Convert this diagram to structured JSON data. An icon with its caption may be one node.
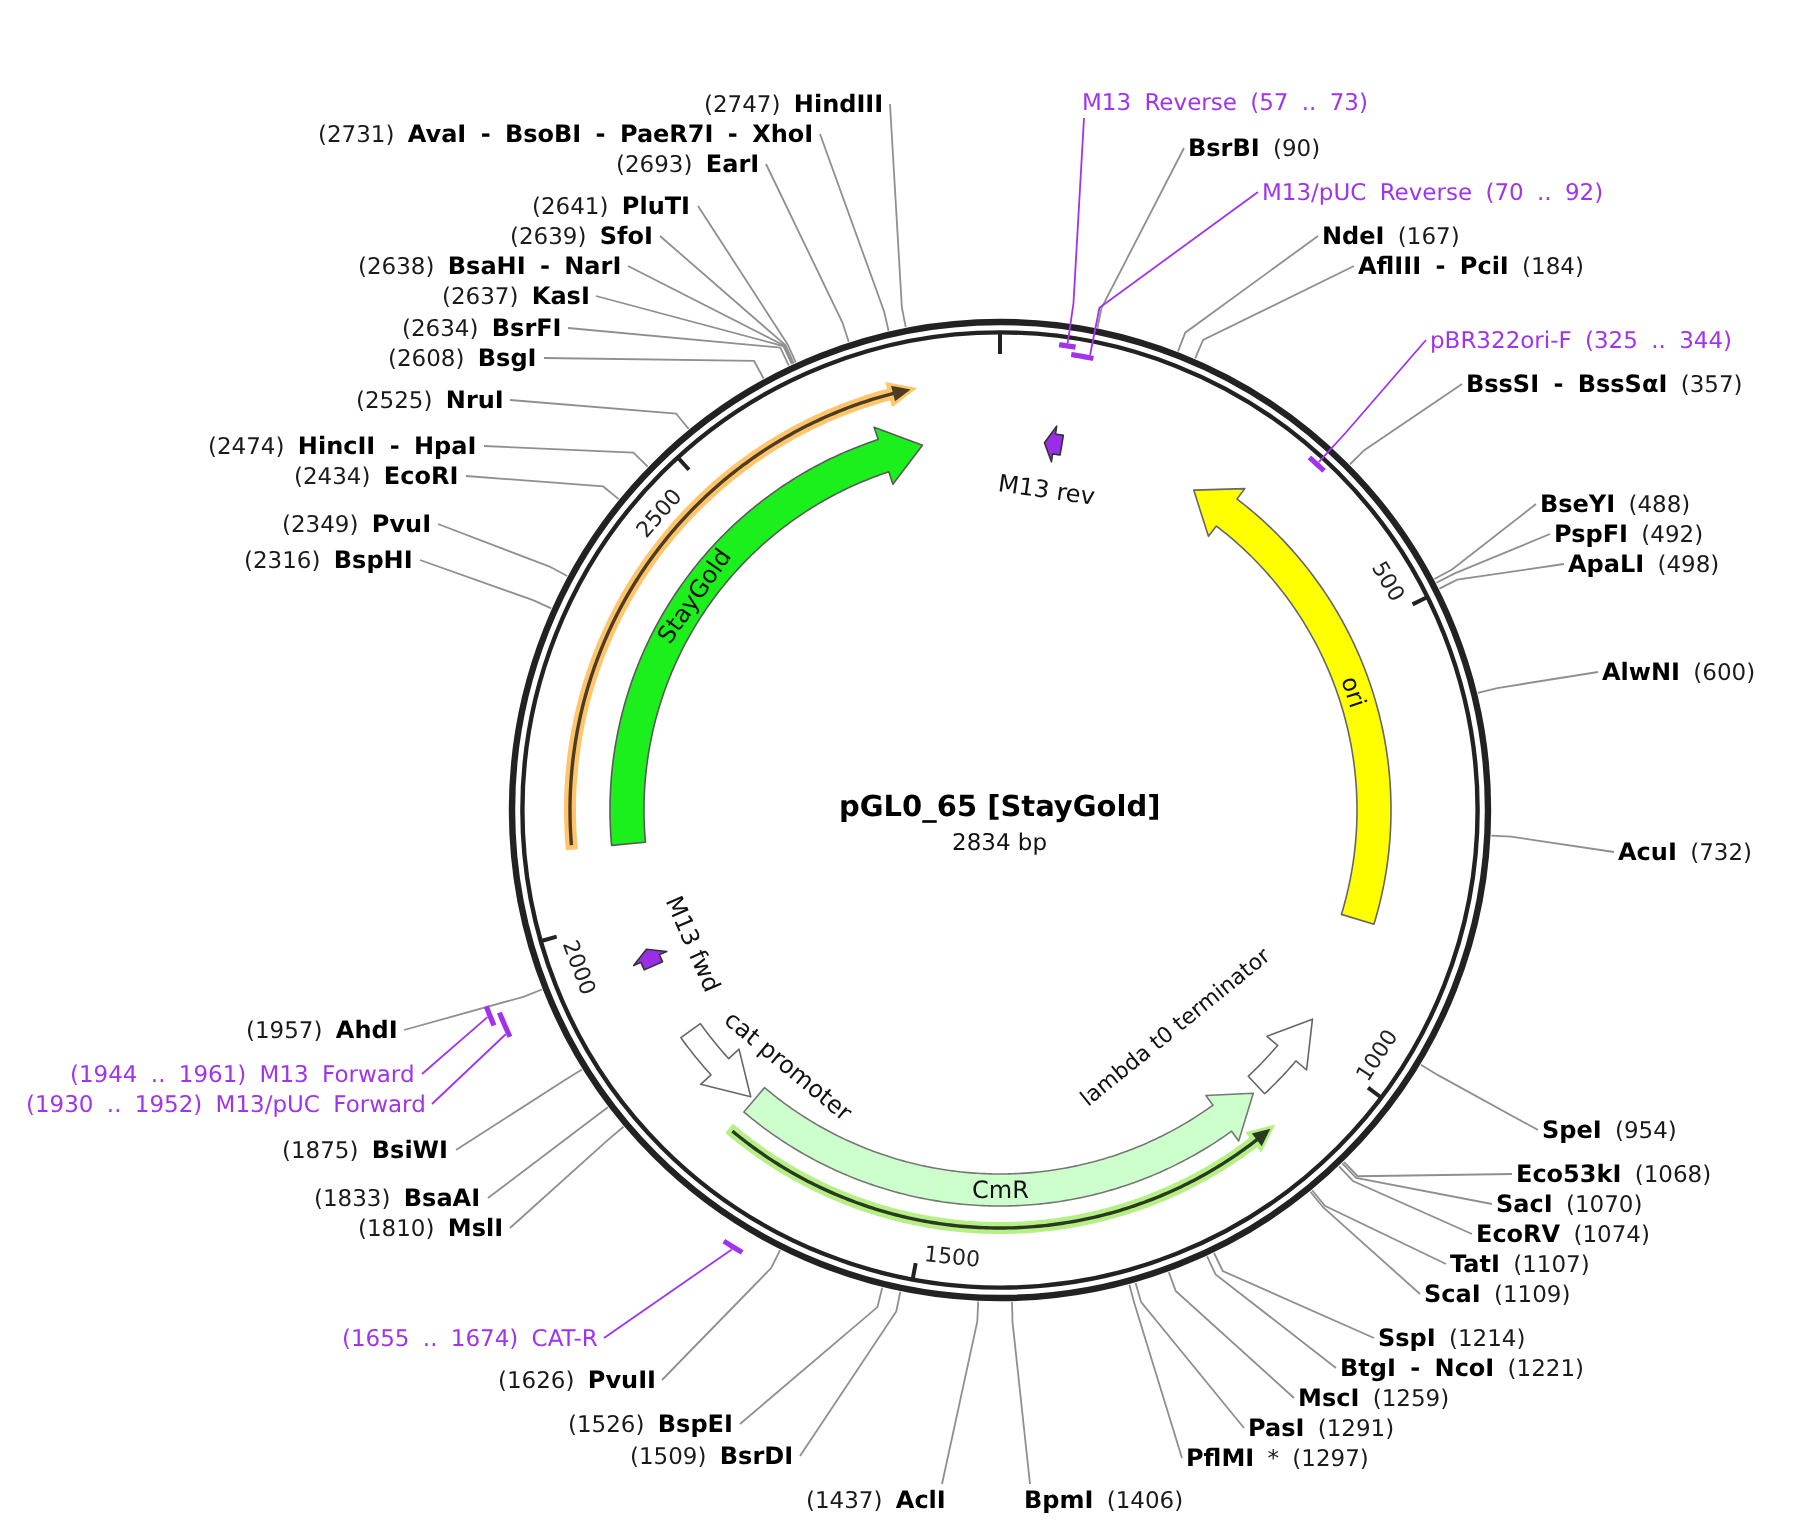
{
  "diagram": {
    "title": "pGL0_65 [StayGold]",
    "nodes": [
      {
        "text": [
          "StayGold"
        ]
      },
      {
        "text": [
          "M13 rev"
        ]
      },
      {
        "text": [
          "ori"
        ]
      },
      {
        "text": [
          "lambda t0 terminator"
        ]
      },
      {
        "text": [
          "CmR"
        ]
      },
      {
        "text": [
          "cat promoter"
        ]
      },
      {
        "text": [
          "M13 fwd"
        ]
      },
      {
        "text": [],
        "shape": "bar"
      },
      {
        "text": [],
        "shape": "bar"
      },
      {
        "text": [],
        "shape": "bar"
      },
      {
        "text": [],
        "shape": "bar"
      },
      {
        "text": [],
        "shape": "bar"
      },
      {
        "text": [],
        "shape": "bar"
      },
      {
        "text": [
          "M13 Reverse (57 .. 73)"
        ]
      },
      {
        "text": [
          "**BsrBI** (90)"
        ]
      },
      {
        "text": [
          "M13/pUC Reverse (70 .. 92)"
        ]
      },
      {
        "text": [
          "**NdeI** (167)"
        ]
      },
      {
        "text": [
          "**AflIII - PciI** (184)"
        ]
      },
      {
        "text": [
          "pBR322ori-F (325 .. 344)"
        ]
      },
      {
        "text": [
          "**BssSI - BssSαI** (357)"
        ]
      },
      {
        "text": [
          "**BseYI** (488)"
        ]
      },
      {
        "text": [
          "**PspFI** (492)"
        ]
      },
      {
        "text": [
          "**ApaLI** (498)"
        ]
      },
      {
        "text": [
          "**AlwNI** (600)"
        ]
      },
      {
        "text": [
          "**AcuI** (732)"
        ]
      },
      {
        "text": [
          "**SpeI** (954)"
        ]
      },
      {
        "text": [
          "**Eco53kI** (1068)"
        ]
      },
      {
        "text": [
          "**SacI** (1070)"
        ]
      },
      {
        "text": [
          "**EcoRV** (1074)"
        ]
      },
      {
        "text": [
          "**TatI** (1107)"
        ]
      },
      {
        "text": [
          "**ScaI** (1109)"
        ]
      },
      {
        "text": [
          "**SspI** (1214)"
        ]
      },
      {
        "text": [
          "**BtgI - NcoI** (1221)"
        ]
      },
      {
        "text": [
          "**MscI** (1259)"
        ]
      },
      {
        "text": [
          "**PasI** (1291)"
        ]
      },
      {
        "text": [
          "**PflMI** * (1297)"
        ]
      },
      {
        "text": [
          "**BpmI** (1406)"
        ]
      },
      {
        "text": [
          "(1437) **AclI**"
        ]
      },
      {
        "text": [
          "(1509) **BsrDI**"
        ]
      },
      {
        "text": [
          "(1526) **BspEI**"
        ]
      },
      {
        "text": [
          "(1626) **PvuII**"
        ]
      },
      {
        "text": [
          "(1655 .. 1674) CAT-R"
        ]
      },
      {
        "text": [
          "(1810) **MslI**"
        ]
      },
      {
        "text": [
          "(1833) **BsaAI**"
        ]
      },
      {
        "text": [
          "(1875) **BsiWI**"
        ]
      },
      {
        "text": [
          "(1930 .. 1952) M13/pUC Forward"
        ]
      },
      {
        "text": [
          "(1944 .. 1961) M13 Forward"
        ]
      },
      {
        "text": [
          "(1957) **AhdI**"
        ]
      },
      {
        "text": [
          "(2316) **BspHI**"
        ]
      },
      {
        "text": [
          "(2349) **PvuI**"
        ]
      },
      {
        "text": [
          "(2434) **EcoRI**"
        ]
      },
      {
        "text": [
          "(2474) **HincII - HpaI**"
        ]
      },
      {
        "text": [
          "(2525) **NruI**"
        ]
      },
      {
        "text": [
          "(2608) **BsgI**"
        ]
      },
      {
        "text": [
          "(2634) **BsrFI**"
        ]
      },
      {
        "text": [
          "(2637) **KasI**"
        ]
      },
      {
        "text": [
          "(2638) **BsaHI - NarI**"
        ]
      },
      {
        "text": [
          "(2639) **SfoI**"
        ]
      },
      {
        "text": [
          "(2641) **PluTI**"
        ]
      },
      {
        "text": [
          "(2693) **EarI**"
        ]
      },
      {
        "text": [
          "(2731) **AvaI - BsoBI - PaeR7I - XhoI**"
        ]
      },
      {
        "text": [
          "(2747) **HindIII**"
        ]
      }
    ],
    "edges": [
      {
        "from": 13,
        "to": 7,
        "arrow": "none",
        "color": "#a033ee"
      },
      {
        "from": 14,
        "to": null,
        "arrow": "none"
      },
      {
        "from": 15,
        "to": 8,
        "arrow": "none",
        "color": "#a033ee"
      },
      {
        "from": 16,
        "to": null,
        "arrow": "none"
      },
      {
        "from": 17,
        "to": null,
        "arrow": "none"
      },
      {
        "from": 18,
        "to": 9,
        "arrow": "none",
        "color": "#a033ee"
      },
      {
        "from": 19,
        "to": null,
        "arrow": "none"
      },
      {
        "from": 20,
        "to": null,
        "arrow": "none"
      },
      {
        "from": 21,
        "to": null,
        "arrow": "none"
      },
      {
        "from": 22,
        "to": null,
        "arrow": "none"
      },
      {
        "from": 23,
        "to": null,
        "arrow": "none"
      },
      {
        "from": 24,
        "to": null,
        "arrow": "none"
      },
      {
        "from": 25,
        "to": null,
        "arrow": "none"
      },
      {
        "from": 26,
        "to": null,
        "arrow": "none"
      },
      {
        "from": 27,
        "to": null,
        "arrow": "none"
      },
      {
        "from": 28,
        "to": null,
        "arrow": "none"
      },
      {
        "from": 29,
        "to": null,
        "arrow": "none"
      },
      {
        "from": 30,
        "to": null,
        "arrow": "none"
      },
      {
        "from": 31,
        "to": null,
        "arrow": "none"
      },
      {
        "from": 32,
        "to": null,
        "arrow": "none"
      },
      {
        "from": 33,
        "to": null,
        "arrow": "none"
      },
      {
        "from": 34,
        "to": null,
        "arrow": "none"
      },
      {
        "from": 35,
        "to": null,
        "arrow": "none"
      },
      {
        "from": 36,
        "to": null,
        "arrow": "none"
      },
      {
        "from": 37,
        "to": null,
        "arrow": "none"
      },
      {
        "from": 38,
        "to": null,
        "arrow": "none"
      },
      {
        "from": 39,
        "to": null,
        "arrow": "none"
      },
      {
        "from": 40,
        "to": null,
        "arrow": "none"
      },
      {
        "from": 41,
        "to": 10,
        "arrow": "none",
        "color": "#a033ee"
      },
      {
        "from": 42,
        "to": null,
        "arrow": "none"
      },
      {
        "from": 43,
        "to": null,
        "arrow": "none"
      },
      {
        "from": 44,
        "to": null,
        "arrow": "none"
      },
      {
        "from": 45,
        "to": 12,
        "arrow": "none",
        "color": "#a033ee"
      },
      {
        "from": 46,
        "to": 11,
        "arrow": "none",
        "color": "#a033ee"
      },
      {
        "from": 47,
        "to": null,
        "arrow": "none"
      },
      {
        "from": 48,
        "to": null,
        "arrow": "none"
      },
      {
        "from": 49,
        "to": null,
        "arrow": "none"
      },
      {
        "from": 50,
        "to": null,
        "arrow": "none"
      },
      {
        "from": 51,
        "to": null,
        "arrow": "none"
      },
      {
        "from": 52,
        "to": null,
        "arrow": "none"
      },
      {
        "from": 53,
        "to": null,
        "arrow": "none"
      },
      {
        "from": 54,
        "to": null,
        "arrow": "none"
      },
      {
        "from": 55,
        "to": null,
        "arrow": "none"
      },
      {
        "from": 56,
        "to": null,
        "arrow": "none"
      },
      {
        "from": 57,
        "to": null,
        "arrow": "none"
      },
      {
        "from": 58,
        "to": null,
        "arrow": "none"
      },
      {
        "from": 59,
        "to": null,
        "arrow": "none"
      },
      {
        "from": 60,
        "to": null,
        "arrow": "none"
      },
      {
        "from": 61,
        "to": null,
        "arrow": "none"
      }
    ],
    "labels": [
      "2834 bp",
      "500",
      "1000",
      "1500",
      "2000",
      "2500"
    ]
  }
}
